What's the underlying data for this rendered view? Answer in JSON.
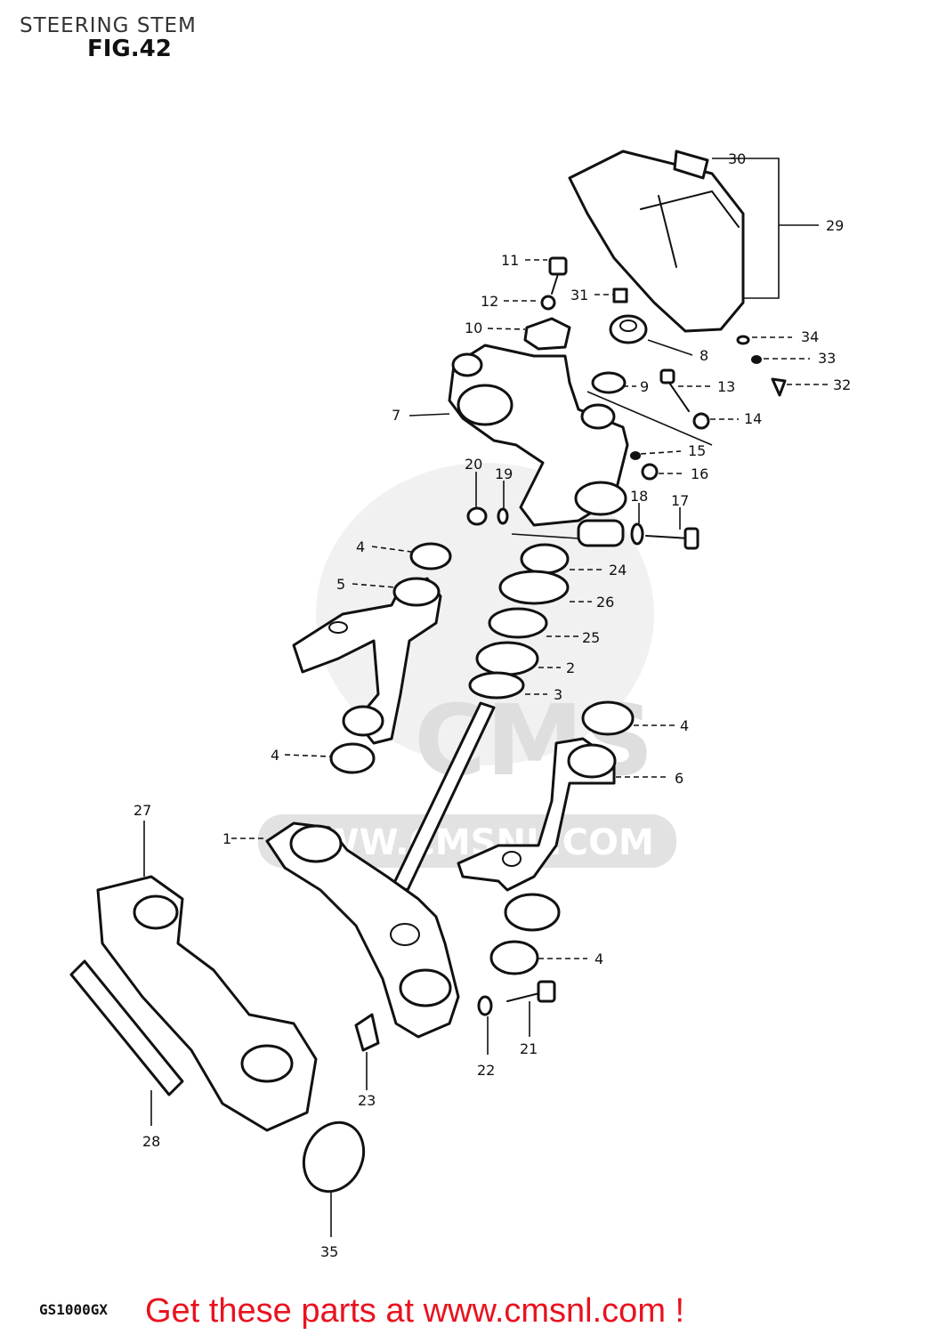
{
  "header": {
    "title": "STEERING STEM",
    "figure": "FIG.42"
  },
  "footer": {
    "model": "GS1000GX",
    "promo": "Get these parts at www.cmsnl.com !"
  },
  "watermark": {
    "text": "WWW.CMSNL.COM",
    "logo": "CMS"
  },
  "callouts": [
    "1",
    "2",
    "3",
    "4",
    "4",
    "4",
    "4",
    "5",
    "6",
    "7",
    "8",
    "9",
    "10",
    "11",
    "12",
    "13",
    "14",
    "15",
    "16",
    "17",
    "18",
    "19",
    "20",
    "21",
    "22",
    "23",
    "24",
    "25",
    "26",
    "27",
    "28",
    "29",
    "30",
    "31",
    "32",
    "33",
    "34",
    "35"
  ]
}
